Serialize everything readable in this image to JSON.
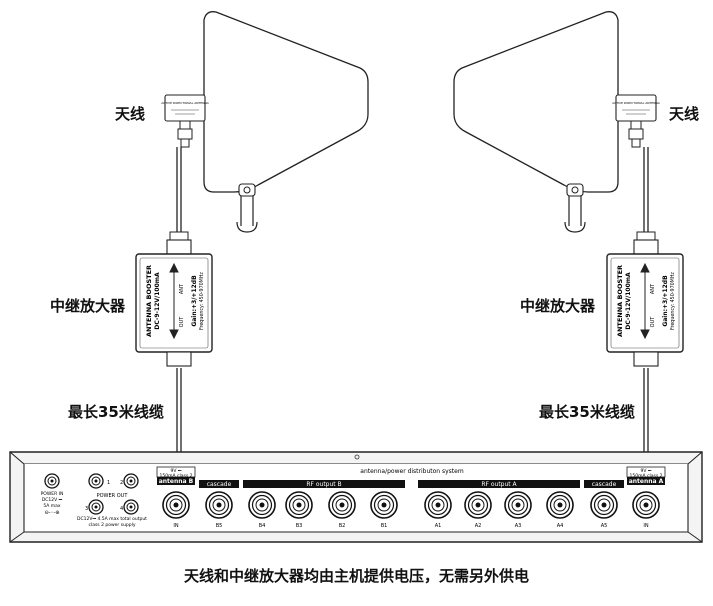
{
  "labels": {
    "antenna": "天线",
    "booster": "中继放大器",
    "cable": "最长35米线缆",
    "caption": "天线和中继放大器均由主机提供电压，无需另外供电"
  },
  "booster": {
    "name": "ANTENNA BOOSTER",
    "power": "DC-9-12V/100mA",
    "gain": "Gain:+3/+12dB",
    "freq": "Frequency: 450-970MHz",
    "ant": "ANT",
    "out": "OUT"
  },
  "antenna_plate": "ACTIVE DIRECTIONAL ANTENNA",
  "rack": {
    "title": "antenna/power distributon system",
    "power_in": [
      "POWER IN",
      "DC12V ⎓",
      "5A max"
    ],
    "power_out": "POWER OUT",
    "power_note": [
      "DC12V⎓ 4.5A max total output",
      "class 2 power supply"
    ],
    "dc_ports": [
      "1",
      "2",
      "3",
      "4"
    ],
    "antenna_b": {
      "spec1": "9V ⎓",
      "spec2": "150mA class 2",
      "name": "antenna B",
      "port": "IN"
    },
    "antenna_a": {
      "spec1": "9V ⎓",
      "spec2": "150mA class 2",
      "name": "antenna A",
      "port": "IN"
    },
    "cascade_b": {
      "label": "cascade",
      "port": "B5"
    },
    "cascade_a": {
      "label": "cascade",
      "port": "A5"
    },
    "rf_b": {
      "label": "RF output B",
      "ports": [
        "B4",
        "B3",
        "B2",
        "B1"
      ]
    },
    "rf_a": {
      "label": "RF output A",
      "ports": [
        "A1",
        "A2",
        "A3",
        "A4"
      ]
    }
  }
}
